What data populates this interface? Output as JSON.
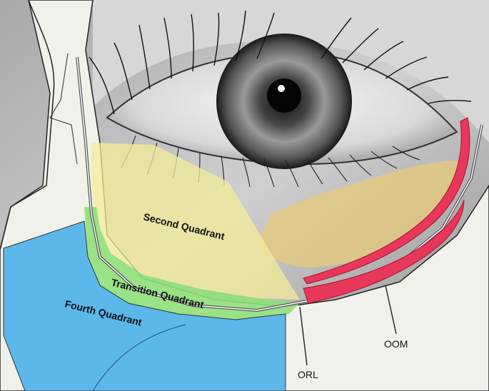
{
  "diagram": {
    "labels": {
      "second_quadrant": "Second Quadrant",
      "transition_quadrant": "Transition Quadrant",
      "fourth_quadrant": "Fourth Quadrant",
      "orl": "ORL",
      "oom": "OOM"
    },
    "colors": {
      "background_skin": "#9a9a9a",
      "skin_light": "#f2f2ee",
      "second_quadrant_fill": "#f3ec9a",
      "transition_quadrant_fill": "#8fe07a",
      "fourth_quadrant_fill": "#5cb8ea",
      "fat_pad": "#e8c97a",
      "muscle": "#e8375a",
      "iris_dark": "#2a2a2a",
      "pupil": "#050505"
    }
  }
}
